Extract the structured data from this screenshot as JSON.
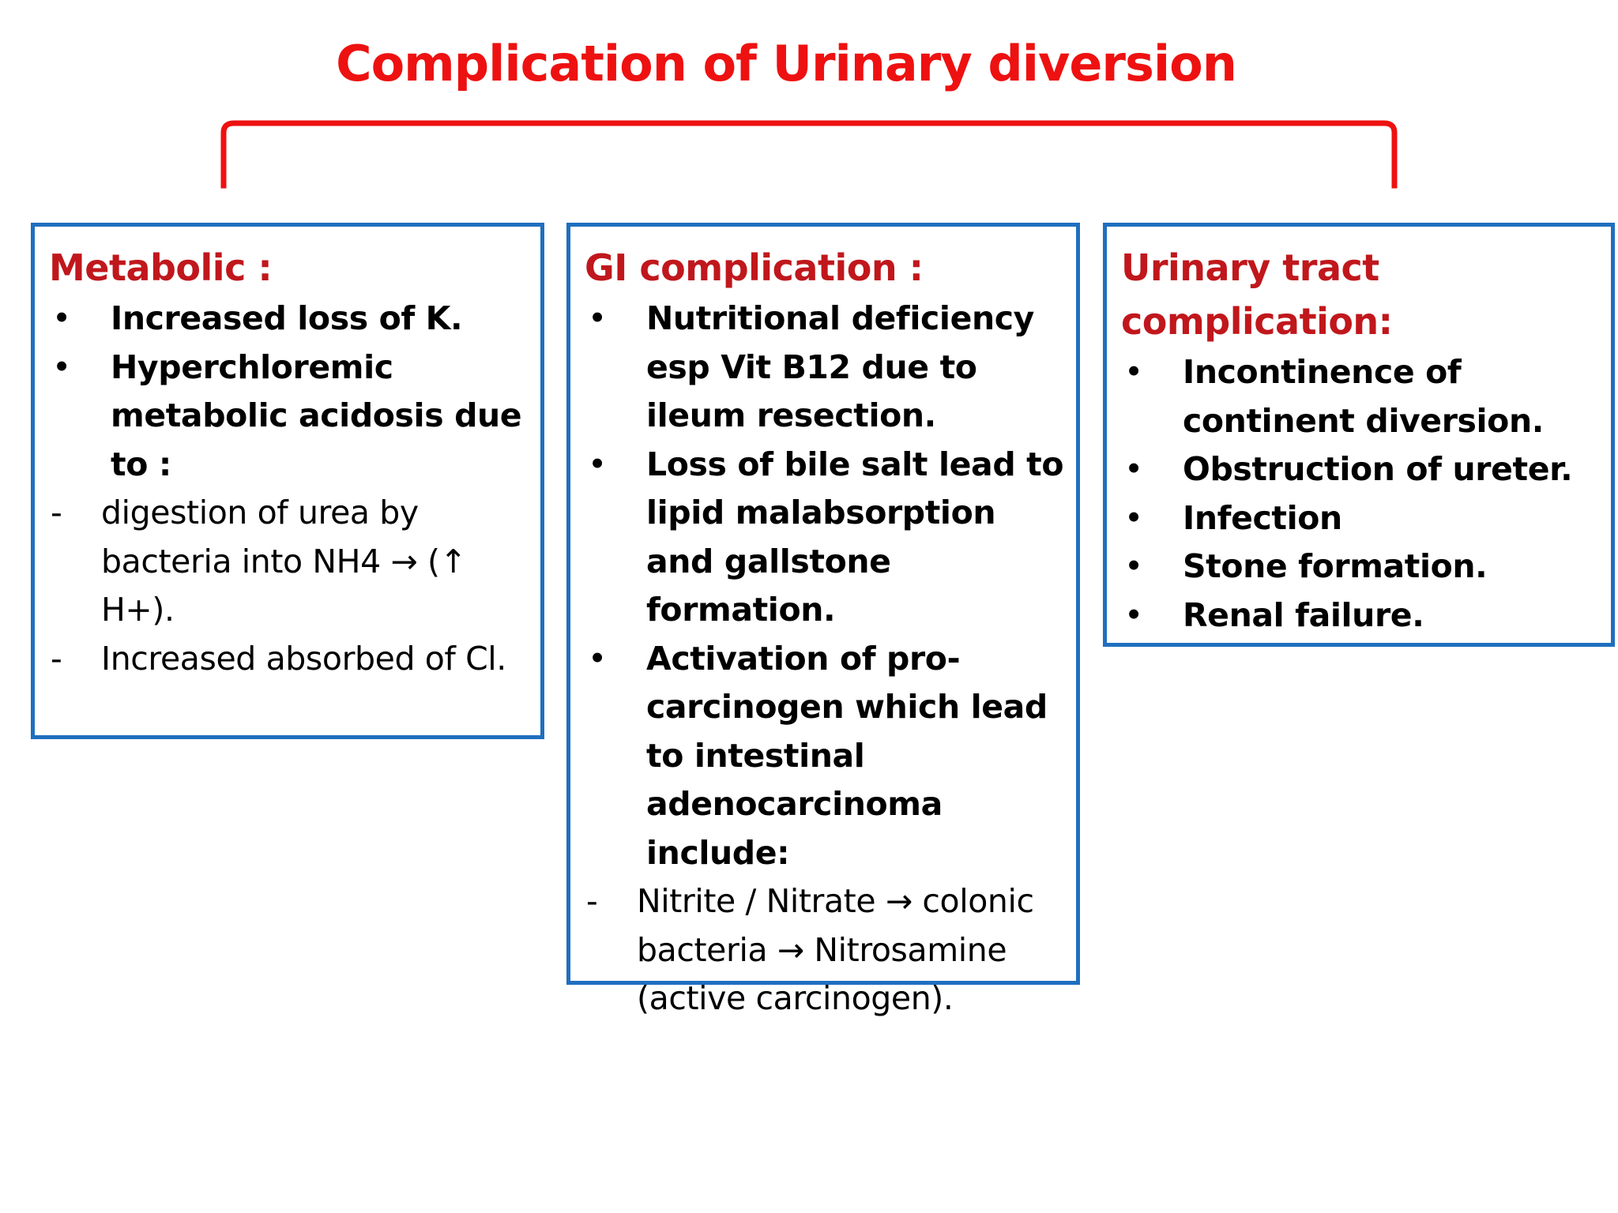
{
  "title": "Complication of Urinary diversion",
  "colors": {
    "title": "#ee1111",
    "bracket": "#ee1111",
    "heading": "#c0171c",
    "box_border": "#1f6fbf",
    "text": "#000000"
  },
  "boxes": [
    {
      "heading": "Metabolic :",
      "items": [
        {
          "marker": "•",
          "text": "Increased loss of K."
        },
        {
          "marker": "•",
          "text": "Hyperchloremic metabolic acidosis due to :"
        },
        {
          "marker": "-",
          "text": "digestion of urea by bacteria into NH4 → (↑ H+)."
        },
        {
          "marker": "-",
          "text": "Increased absorbed of Cl."
        }
      ]
    },
    {
      "heading": "GI complication :",
      "items": [
        {
          "marker": "•",
          "text": "Nutritional deficiency esp Vit B12 due to ileum resection."
        },
        {
          "marker": "•",
          "text": "Loss of bile salt lead to lipid malabsorption and gallstone formation."
        },
        {
          "marker": "•",
          "text": "Activation of pro-carcinogen which lead to intestinal adenocarcinoma include:"
        },
        {
          "marker": "-",
          "text": "Nitrite / Nitrate → colonic bacteria → Nitrosamine (active carcinogen)."
        }
      ]
    },
    {
      "heading": "Urinary tract complication:",
      "items": [
        {
          "marker": "•",
          "text": "Incontinence of continent diversion."
        },
        {
          "marker": "•",
          "text": "Obstruction of ureter."
        },
        {
          "marker": "•",
          "text": "Infection"
        },
        {
          "marker": "•",
          "text": "Stone formation."
        },
        {
          "marker": "•",
          "text": "Renal failure."
        }
      ]
    }
  ]
}
